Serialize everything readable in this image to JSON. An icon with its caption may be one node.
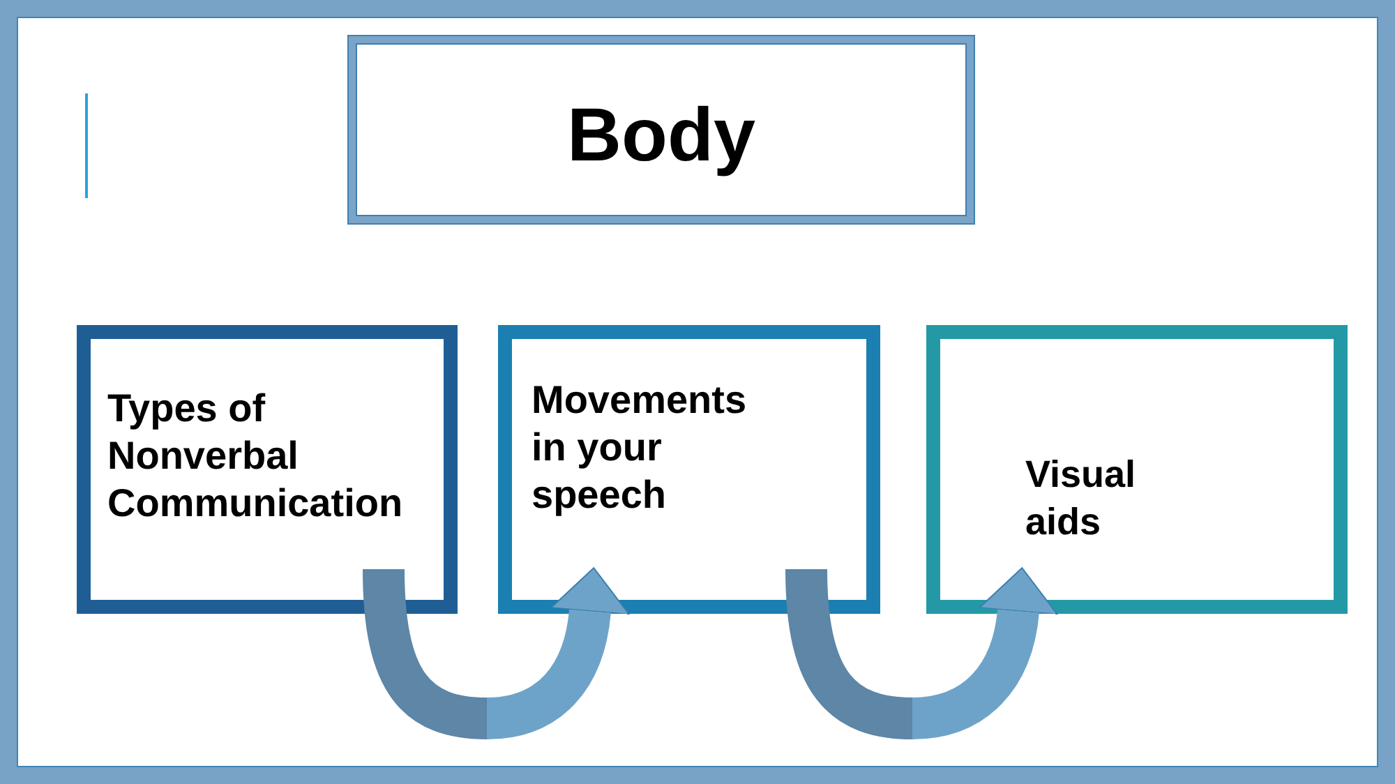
{
  "diagram": {
    "nodes": [
      {
        "text": [
          "Body"
        ]
      },
      {
        "text": [
          "Types of Nonverbal Communication"
        ]
      },
      {
        "text": [
          "Movements in your speech"
        ]
      },
      {
        "text": [
          "Visual aids"
        ]
      }
    ],
    "edges": [
      {
        "from": 1,
        "to": 2,
        "arrow": "to"
      },
      {
        "from": 2,
        "to": 3,
        "arrow": "to"
      }
    ]
  }
}
